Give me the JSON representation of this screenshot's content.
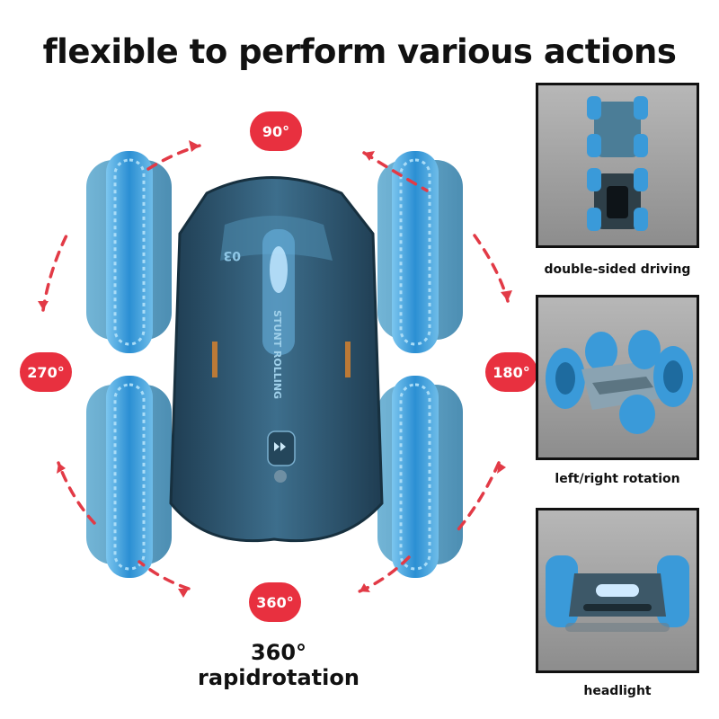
{
  "title": "flexible to perform various actions",
  "angles": {
    "a90": "90°",
    "a180": "180°",
    "a270": "270°",
    "a360": "360°"
  },
  "main_caption": "360° rapidrotation",
  "car_text": {
    "model": "03",
    "side_text": "STUNT ROLLING"
  },
  "panels": [
    {
      "caption": "double-sided driving",
      "icon": "double-sided-car-image"
    },
    {
      "caption": "left/right rotation",
      "icon": "rotating-car-image"
    },
    {
      "caption": "headlight",
      "icon": "headlight-car-image"
    }
  ],
  "colors": {
    "wheel_blue": "#3a9ad9",
    "car_body": "#2c5570",
    "badge_red": "#e8303f",
    "arrow_red": "#e23a46"
  }
}
